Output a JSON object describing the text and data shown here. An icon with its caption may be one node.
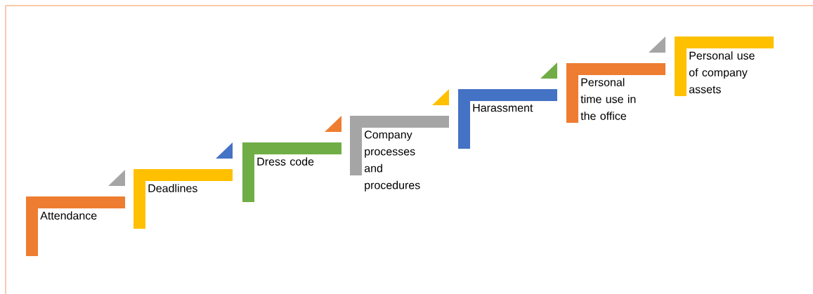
{
  "diagram": {
    "nodes": [
      {
        "text": [
          "Attendance"
        ]
      },
      {
        "text": [
          "Deadlines"
        ]
      },
      {
        "text": [
          "Dress code"
        ]
      },
      {
        "text": [
          "Company processes and procedures"
        ]
      },
      {
        "text": [
          "Harassment"
        ]
      },
      {
        "text": [
          "Personal time use in the office"
        ]
      },
      {
        "text": [
          "Personal use of company assets"
        ]
      }
    ],
    "edges": [
      {
        "from": 1,
        "to": 0,
        "arrow": "to",
        "color": "#a5a5a5"
      },
      {
        "from": 2,
        "to": 1,
        "arrow": "to",
        "color": "#4472c4"
      },
      {
        "from": 3,
        "to": 2,
        "arrow": "to",
        "color": "#ee7d31"
      },
      {
        "from": 4,
        "to": 3,
        "arrow": "to",
        "color": "#ffc000"
      },
      {
        "from": 5,
        "to": 4,
        "arrow": "to",
        "color": "#70ad47"
      },
      {
        "from": 6,
        "to": 5,
        "arrow": "to",
        "color": "#a5a5a5"
      }
    ]
  }
}
